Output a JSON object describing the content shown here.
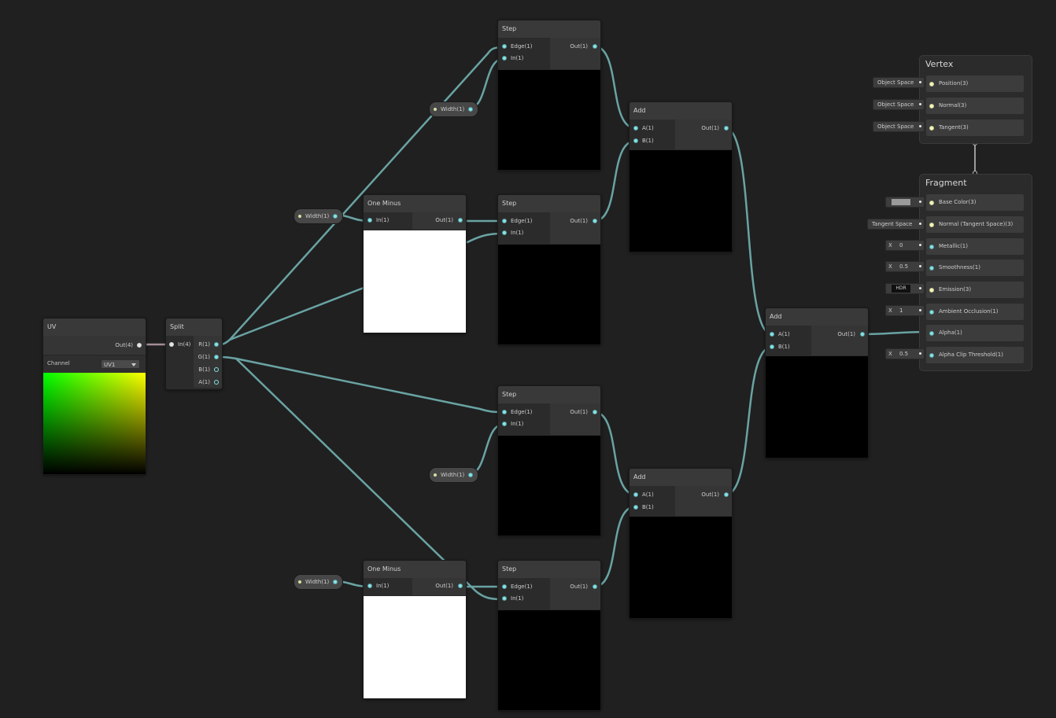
{
  "colors": {
    "background": "#202020",
    "float_wire": "#6aa3a3",
    "uv_wire": "#a48c98",
    "float_port": "#84e4e7",
    "vector3_port": "#f4f5c0"
  },
  "nodes": {
    "uv": {
      "title": "UV",
      "out_label": "Out(4)",
      "channel_label": "Channel",
      "channel_value": "UV1"
    },
    "split": {
      "title": "Split",
      "in_label": "In(4)",
      "outputs": [
        "R(1)",
        "G(1)",
        "B(1)",
        "A(1)"
      ]
    },
    "one_minus": {
      "title": "One Minus",
      "in_label": "In(1)",
      "out_label": "Out(1)"
    },
    "step": {
      "title": "Step",
      "edge_label": "Edge(1)",
      "in_label": "In(1)",
      "out_label": "Out(1)"
    },
    "add": {
      "title": "Add",
      "a_label": "A(1)",
      "b_label": "B(1)",
      "out_label": "Out(1)"
    },
    "width_property": {
      "label": "Width(1)"
    }
  },
  "master": {
    "vertex": {
      "title": "Vertex",
      "slots": [
        {
          "label": "Position(3)",
          "field": "Object Space"
        },
        {
          "label": "Normal(3)",
          "field": "Object Space"
        },
        {
          "label": "Tangent(3)",
          "field": "Object Space"
        }
      ]
    },
    "fragment": {
      "title": "Fragment",
      "base_color": {
        "label": "Base Color(3)",
        "swatch": "#9a9a9a"
      },
      "normal": {
        "label": "Normal (Tangent Space)(3)",
        "field": "Tangent Space"
      },
      "metallic": {
        "label": "Metallic(1)",
        "axis": "X",
        "value": "0"
      },
      "smoothness": {
        "label": "Smoothness(1)",
        "axis": "X",
        "value": "0.5"
      },
      "emission": {
        "label": "Emission(3)",
        "field": "HDR"
      },
      "ambient_occlusion": {
        "label": "Ambient Occlusion(1)",
        "axis": "X",
        "value": "1"
      },
      "alpha": {
        "label": "Alpha(1)"
      },
      "alpha_clip": {
        "label": "Alpha Clip Threshold(1)",
        "axis": "X",
        "value": "0.5"
      }
    }
  }
}
